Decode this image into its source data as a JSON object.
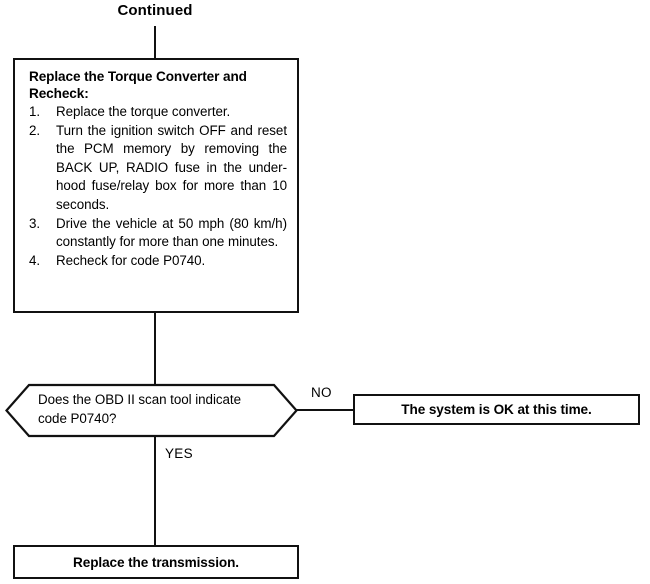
{
  "diagram": {
    "type": "flowchart",
    "title_label": "Continued",
    "action_box": {
      "heading": "Replace the Torque Converter and Recheck:",
      "steps": [
        {
          "number": "1.",
          "text": "Replace the torque converter."
        },
        {
          "number": "2.",
          "text": "Turn the ignition switch OFF and reset the PCM memory by removing the BACK UP, RADIO fuse in the under-hood fuse/relay box for more than 10 seconds."
        },
        {
          "number": "3.",
          "text": "Drive the vehicle at 50 mph (80 km/h) constantly for more than one minutes."
        },
        {
          "number": "4.",
          "text": "Recheck for code P0740."
        }
      ]
    },
    "decision": {
      "question": "Does the OBD II scan tool indicate code P0740?",
      "branch_no_label": "NO",
      "branch_yes_label": "YES"
    },
    "outcome_no": "The system is OK at this time.",
    "outcome_yes": "Replace the transmission.",
    "colors": {
      "line": "#111111",
      "background": "#ffffff",
      "text": "#000000"
    }
  }
}
